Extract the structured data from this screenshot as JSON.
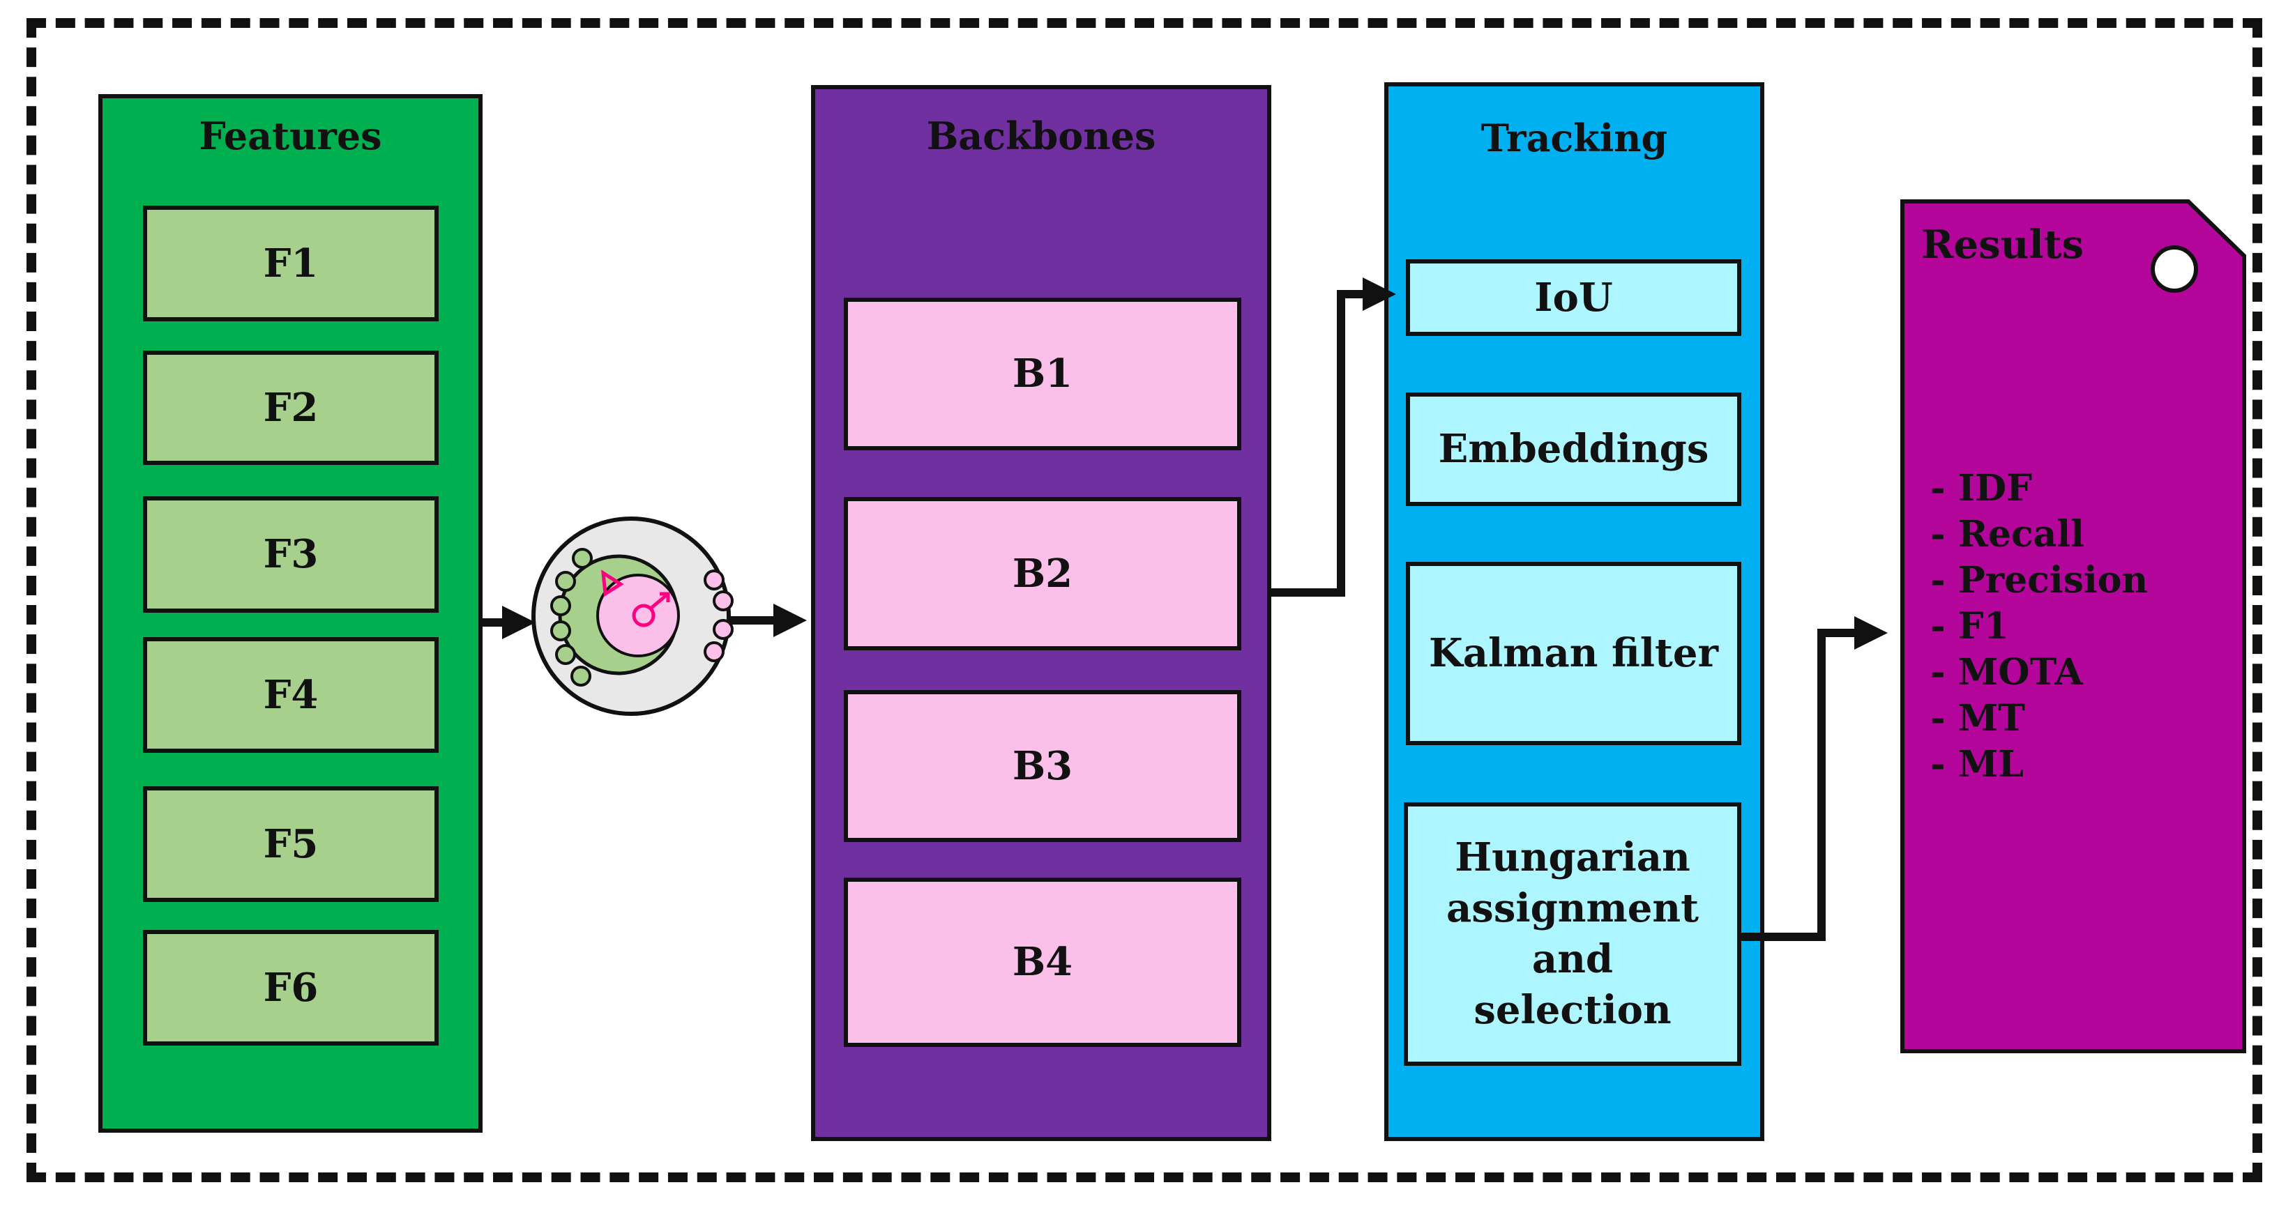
{
  "features": {
    "title": "Features",
    "items": [
      "F1",
      "F2",
      "F3",
      "F4",
      "F5",
      "F6"
    ]
  },
  "backbones": {
    "title": "Backbones",
    "items": [
      "B1",
      "B2",
      "B3",
      "B4"
    ]
  },
  "tracking": {
    "title": "Tracking",
    "items": [
      "IoU",
      "Embeddings",
      "Kalman filter",
      "Hungarian assignment and selection"
    ]
  },
  "results": {
    "title": "Results",
    "metrics": [
      "- IDF",
      "- Recall",
      "- Precision",
      "- F1",
      "- MOTA",
      "- MT",
      "- ML"
    ]
  },
  "colors": {
    "features_panel": "#00b050",
    "features_box": "#a8d08d",
    "backbones_panel": "#7030a0",
    "backbones_box": "#fbc0ea",
    "tracking_panel": "#00b0f0",
    "tracking_box": "#aef6ff",
    "results_tag": "#b5069b"
  },
  "icons": {
    "fusion": "gene-fusion-icon",
    "results_hole": "tag-hole-icon"
  }
}
